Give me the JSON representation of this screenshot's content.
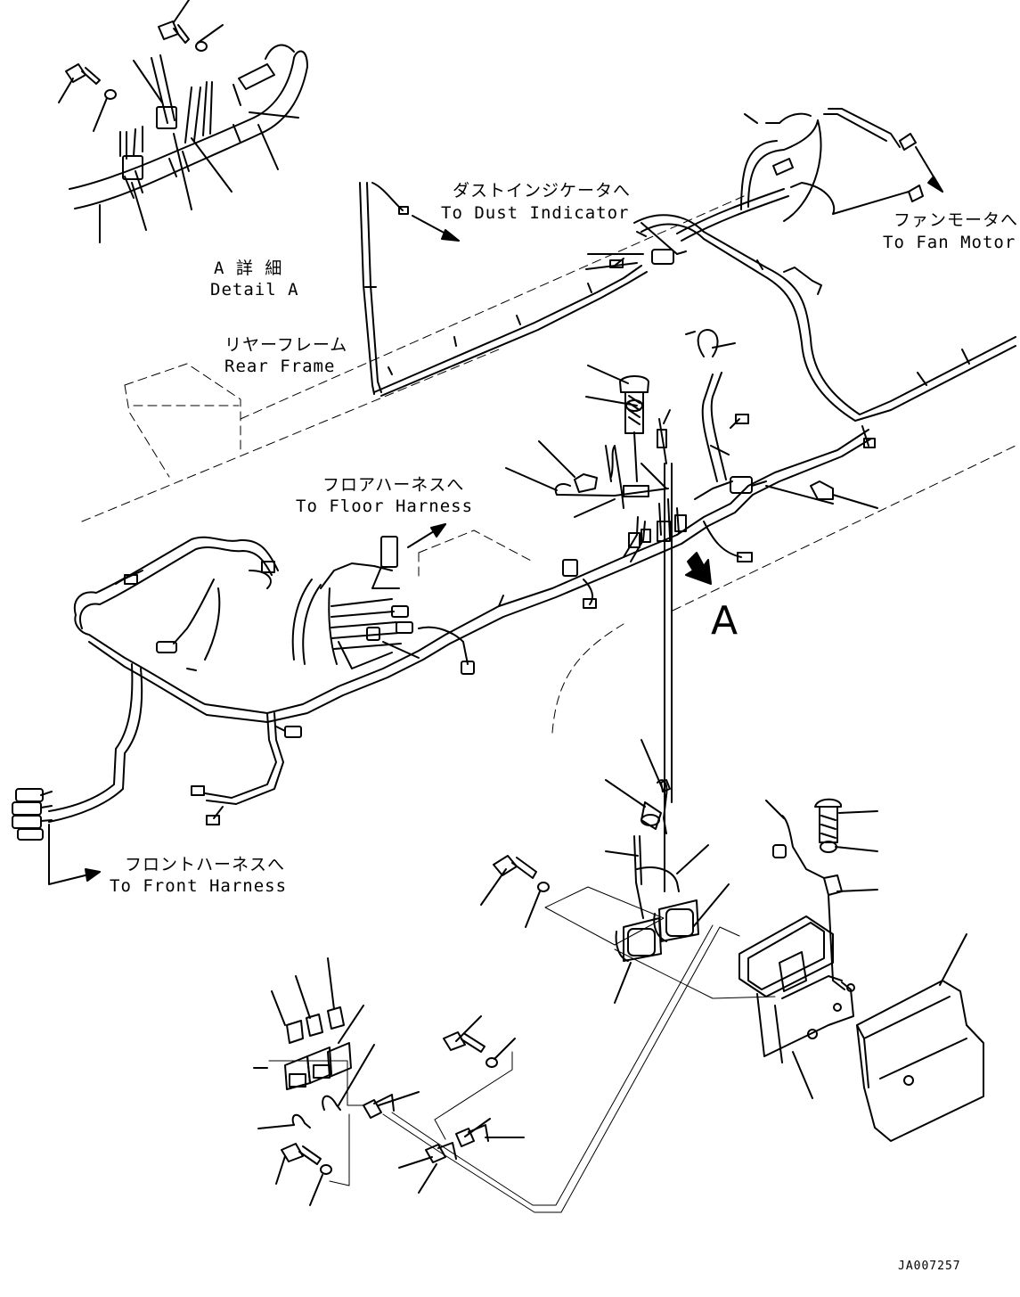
{
  "labels": {
    "dust_ja": "ダストインジケータへ",
    "dust_en": "To Dust Indicator",
    "fan_ja": "ファンモータへ",
    "fan_en": "To Fan Motor",
    "detail_ja": "A 詳 細",
    "detail_en": "Detail A",
    "rear_ja": "リヤーフレーム",
    "rear_en": "Rear Frame",
    "floor_ja": "フロアハーネスへ",
    "floor_en": "To Floor Harness",
    "front_ja": "フロントハーネスへ",
    "front_en": "To Front Harness",
    "view_marker": "A",
    "drawing_code": "JA007257"
  },
  "colors": {
    "line": "#000000",
    "background": "#ffffff"
  }
}
